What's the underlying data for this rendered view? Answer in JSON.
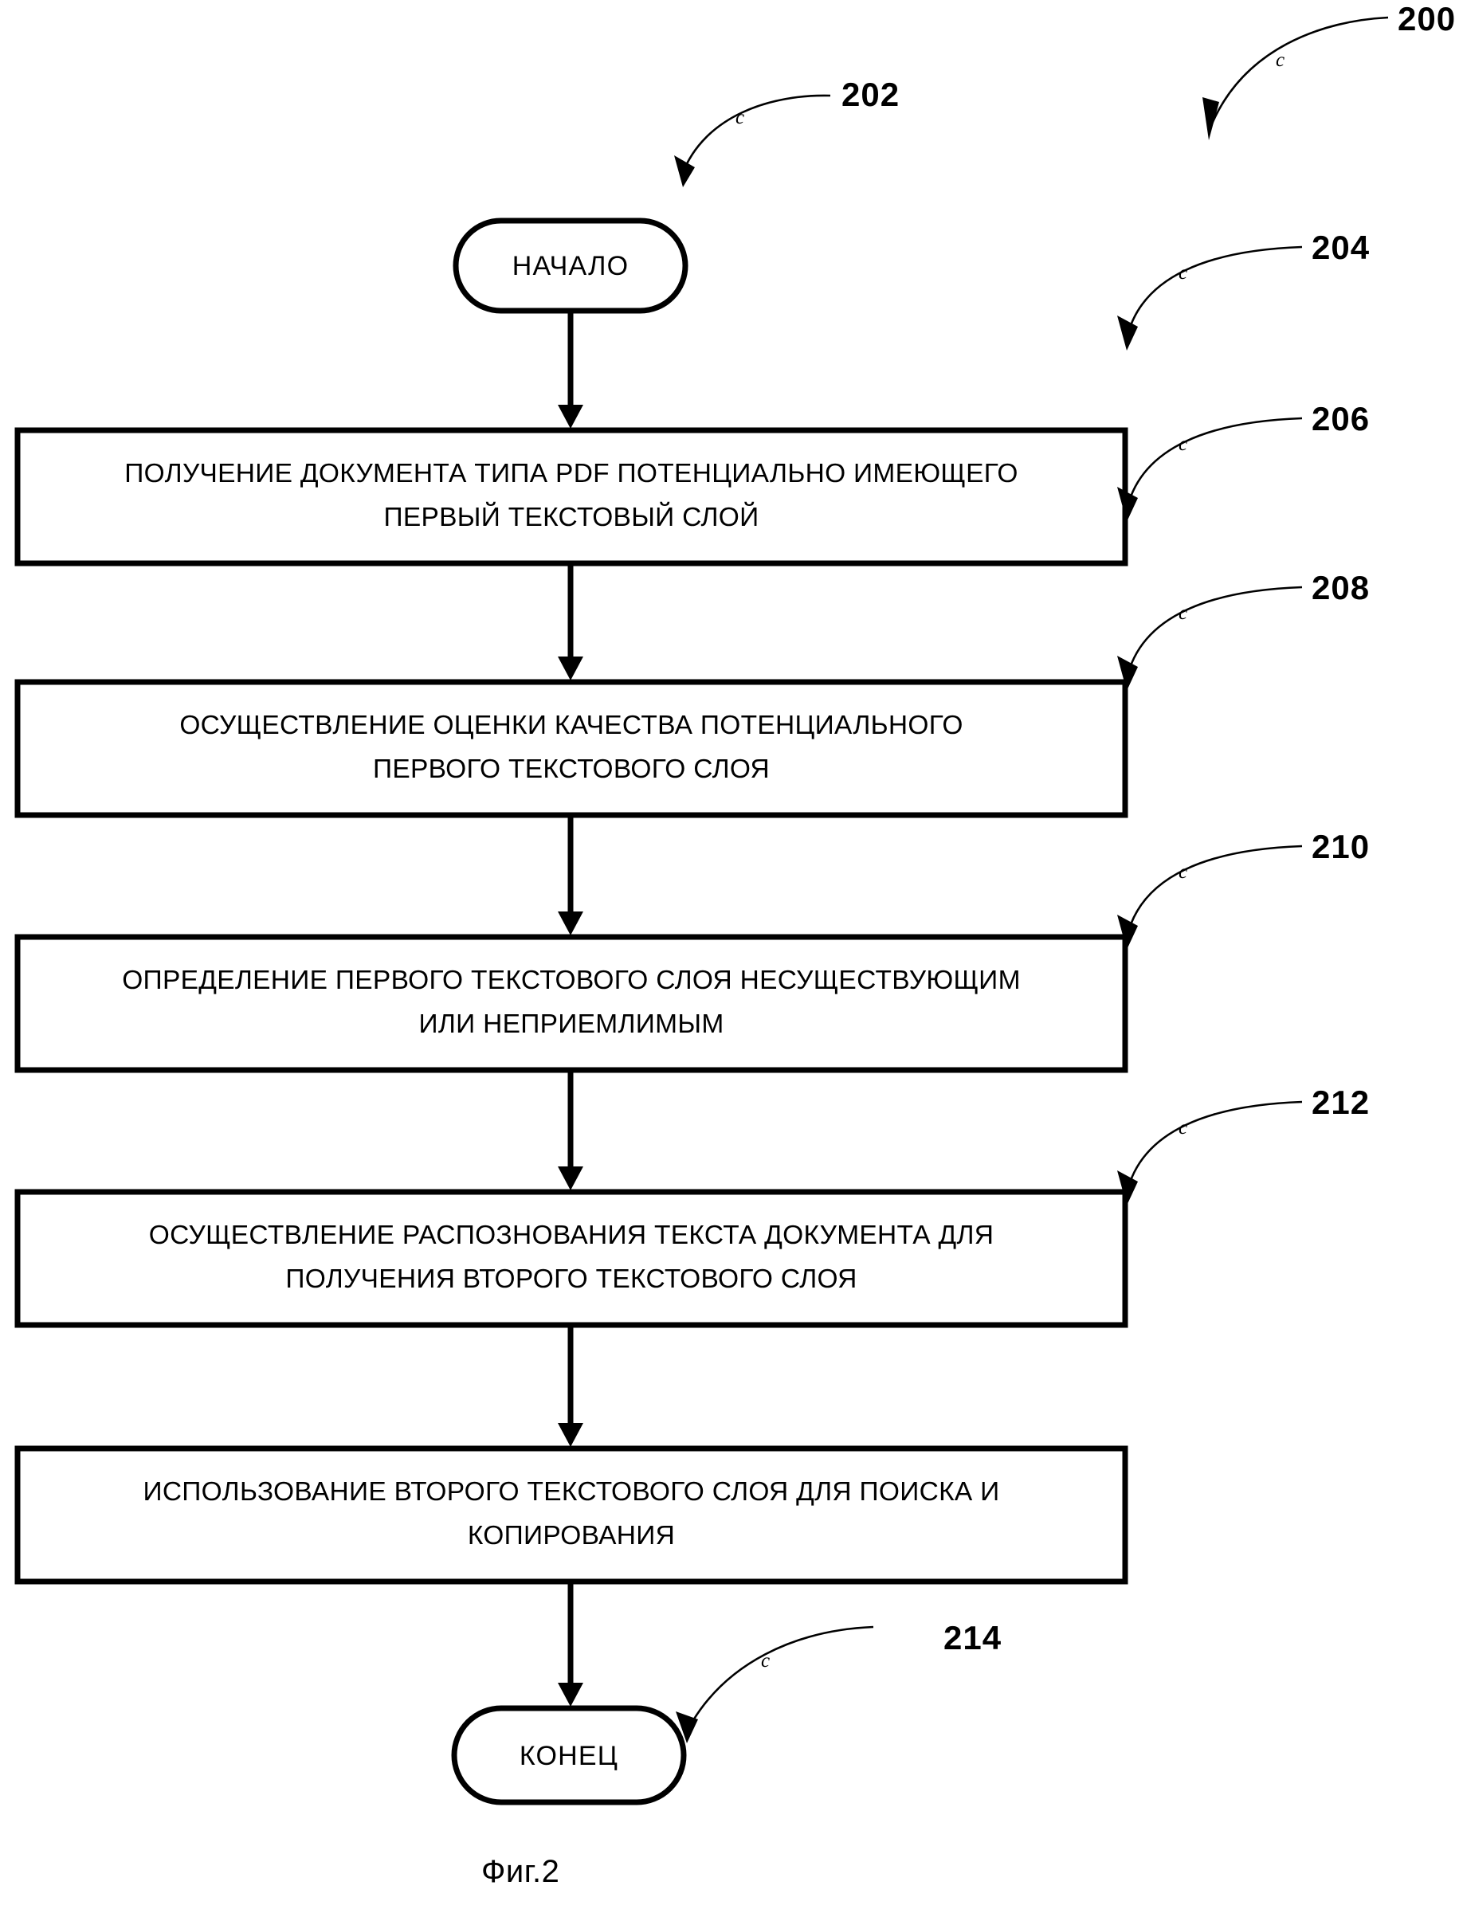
{
  "figure": {
    "caption": "Фиг.2",
    "diagram_reference": "200"
  },
  "chart_data": {
    "type": "flowchart",
    "title": "Фиг.2",
    "orientation": "top-to-bottom",
    "nodes": [
      {
        "id": "202",
        "ref": "202",
        "shape": "terminator",
        "label": "НАЧАЛО",
        "lines": [
          "НАЧАЛО"
        ]
      },
      {
        "id": "204",
        "ref": "204",
        "shape": "process",
        "label": "ПОЛУЧЕНИЕ ДОКУМЕНТА ТИПА PDF ПОТЕНЦИАЛЬНО ИМЕЮЩЕГО ПЕРВЫЙ ТЕКСТОВЫЙ СЛОЙ",
        "lines": [
          "ПОЛУЧЕНИЕ ДОКУМЕНТА ТИПА PDF ПОТЕНЦИАЛЬНО ИМЕЮЩЕГО",
          "ПЕРВЫЙ ТЕКСТОВЫЙ СЛОЙ"
        ]
      },
      {
        "id": "206",
        "ref": "206",
        "shape": "process",
        "label": "ОСУЩЕСТВЛЕНИЕ ОЦЕНКИ КАЧЕСТВА ПОТЕНЦИАЛЬНОГО ПЕРВОГО ТЕКСТОВОГО СЛОЯ",
        "lines": [
          "ОСУЩЕСТВЛЕНИЕ ОЦЕНКИ КАЧЕСТВА ПОТЕНЦИАЛЬНОГО",
          "ПЕРВОГО ТЕКСТОВОГО СЛОЯ"
        ]
      },
      {
        "id": "208",
        "ref": "208",
        "shape": "process",
        "label": "ОПРЕДЕЛЕНИЕ ПЕРВОГО ТЕКСТОВОГО СЛОЯ НЕСУЩЕСТВУЮЩИМ ИЛИ НЕПРИЕМЛИМЫМ",
        "lines": [
          "ОПРЕДЕЛЕНИЕ ПЕРВОГО ТЕКСТОВОГО СЛОЯ НЕСУЩЕСТВУЮЩИМ",
          "ИЛИ НЕПРИЕМЛИМЫМ"
        ]
      },
      {
        "id": "210",
        "ref": "210",
        "shape": "process",
        "label": "ОСУЩЕСТВЛЕНИЕ РАСПОЗНОВАНИЯ ТЕКСТА ДОКУМЕНТА ДЛЯ ПОЛУЧЕНИЯ ВТОРОГО ТЕКСТОВОГО СЛОЯ",
        "lines": [
          "ОСУЩЕСТВЛЕНИЕ РАСПОЗНОВАНИЯ ТЕКСТА ДОКУМЕНТА ДЛЯ",
          "ПОЛУЧЕНИЯ ВТОРОГО ТЕКСТОВОГО СЛОЯ"
        ]
      },
      {
        "id": "212",
        "ref": "212",
        "shape": "process",
        "label": "ИСПОЛЬЗОВАНИЕ ВТОРОГО ТЕКСТОВОГО СЛОЯ ДЛЯ ПОИСКА И КОПИРОВАНИЯ",
        "lines": [
          "ИСПОЛЬЗОВАНИЕ ВТОРОГО ТЕКСТОВОГО СЛОЯ ДЛЯ ПОИСКА И",
          "КОПИРОВАНИЯ"
        ]
      },
      {
        "id": "214",
        "ref": "214",
        "shape": "terminator",
        "label": "КОНЕЦ",
        "lines": [
          "КОНЕЦ"
        ]
      }
    ],
    "edges": [
      {
        "from": "202",
        "to": "204"
      },
      {
        "from": "204",
        "to": "206"
      },
      {
        "from": "206",
        "to": "208"
      },
      {
        "from": "208",
        "to": "210"
      },
      {
        "from": "210",
        "to": "212"
      },
      {
        "from": "212",
        "to": "214"
      }
    ],
    "leader_tick_glyph": "c",
    "colors": {
      "stroke": "#000000",
      "fill": "#ffffff",
      "text": "#000000"
    }
  },
  "node_text": {
    "start": "НАЧАЛО",
    "end": "КОНЕЦ",
    "b204_l1": "ПОЛУЧЕНИЕ ДОКУМЕНТА ТИПА PDF ПОТЕНЦИАЛЬНО ИМЕЮЩЕГО",
    "b204_l2": "ПЕРВЫЙ ТЕКСТОВЫЙ СЛОЙ",
    "b206_l1": "ОСУЩЕСТВЛЕНИЕ ОЦЕНКИ КАЧЕСТВА ПОТЕНЦИАЛЬНОГО",
    "b206_l2": "ПЕРВОГО ТЕКСТОВОГО СЛОЯ",
    "b208_l1": "ОПРЕДЕЛЕНИЕ ПЕРВОГО ТЕКСТОВОГО СЛОЯ НЕСУЩЕСТВУЮЩИМ",
    "b208_l2": "ИЛИ НЕПРИЕМЛИМЫМ",
    "b210_l1": "ОСУЩЕСТВЛЕНИЕ РАСПОЗНОВАНИЯ ТЕКСТА ДОКУМЕНТА ДЛЯ",
    "b210_l2": "ПОЛУЧЕНИЯ ВТОРОГО ТЕКСТОВОГО СЛОЯ",
    "b212_l1": "ИСПОЛЬЗОВАНИЕ ВТОРОГО ТЕКСТОВОГО СЛОЯ ДЛЯ ПОИСКА И",
    "b212_l2": "КОПИРОВАНИЯ"
  },
  "refs": {
    "r200": "200",
    "r202": "202",
    "r204": "204",
    "r206": "206",
    "r208": "208",
    "r210": "210",
    "r212": "212",
    "r214": "214",
    "tick": "c"
  }
}
